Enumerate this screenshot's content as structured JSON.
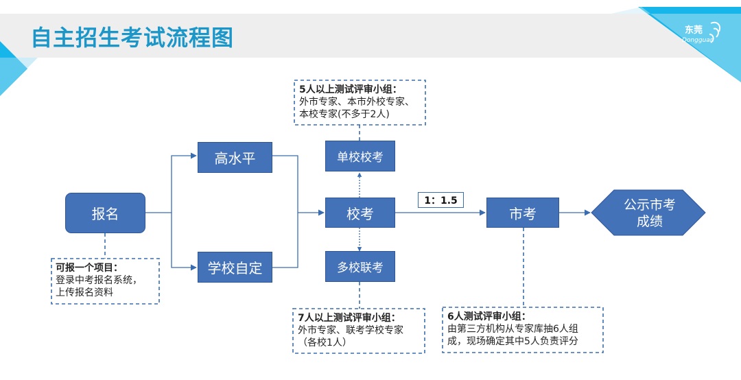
{
  "title": "自主招生考试流程图",
  "logo": {
    "name": "东莞",
    "sub": "Dongguan"
  },
  "nodes": {
    "baoming": "报名",
    "gaoshuiping": "高水平",
    "xuexiaozid": "学校自定",
    "xiaokao": "校考",
    "danxiao": "单校校考",
    "duoxiao": "多校联考",
    "shikao": "市考",
    "gongshi": "公示市考\n成绩"
  },
  "ratio": "1：1.5",
  "notes": {
    "top": {
      "title": "5人以上测试评审小组：",
      "lines": [
        "外市专家、本市外校专家、",
        "本校专家(不多于2人)"
      ]
    },
    "left": {
      "title": "可报一个项目：",
      "lines": [
        "登录中考报名系统，",
        "上传报名资料"
      ]
    },
    "bottom_mid": {
      "title": "7人以上测试评审小组：",
      "lines": [
        "外市专家、联考学校专家",
        "（各校1人）"
      ]
    },
    "bottom_right": {
      "title": "6人测试评审小组：",
      "lines": [
        "由第三方机构从专家库抽6人组",
        "成，现场确定其中5人负责评分"
      ]
    }
  },
  "colors": {
    "box": "#4472b8",
    "title": "#1b96c9",
    "accent": "#17b6ea",
    "connector": "#3a6db0"
  }
}
